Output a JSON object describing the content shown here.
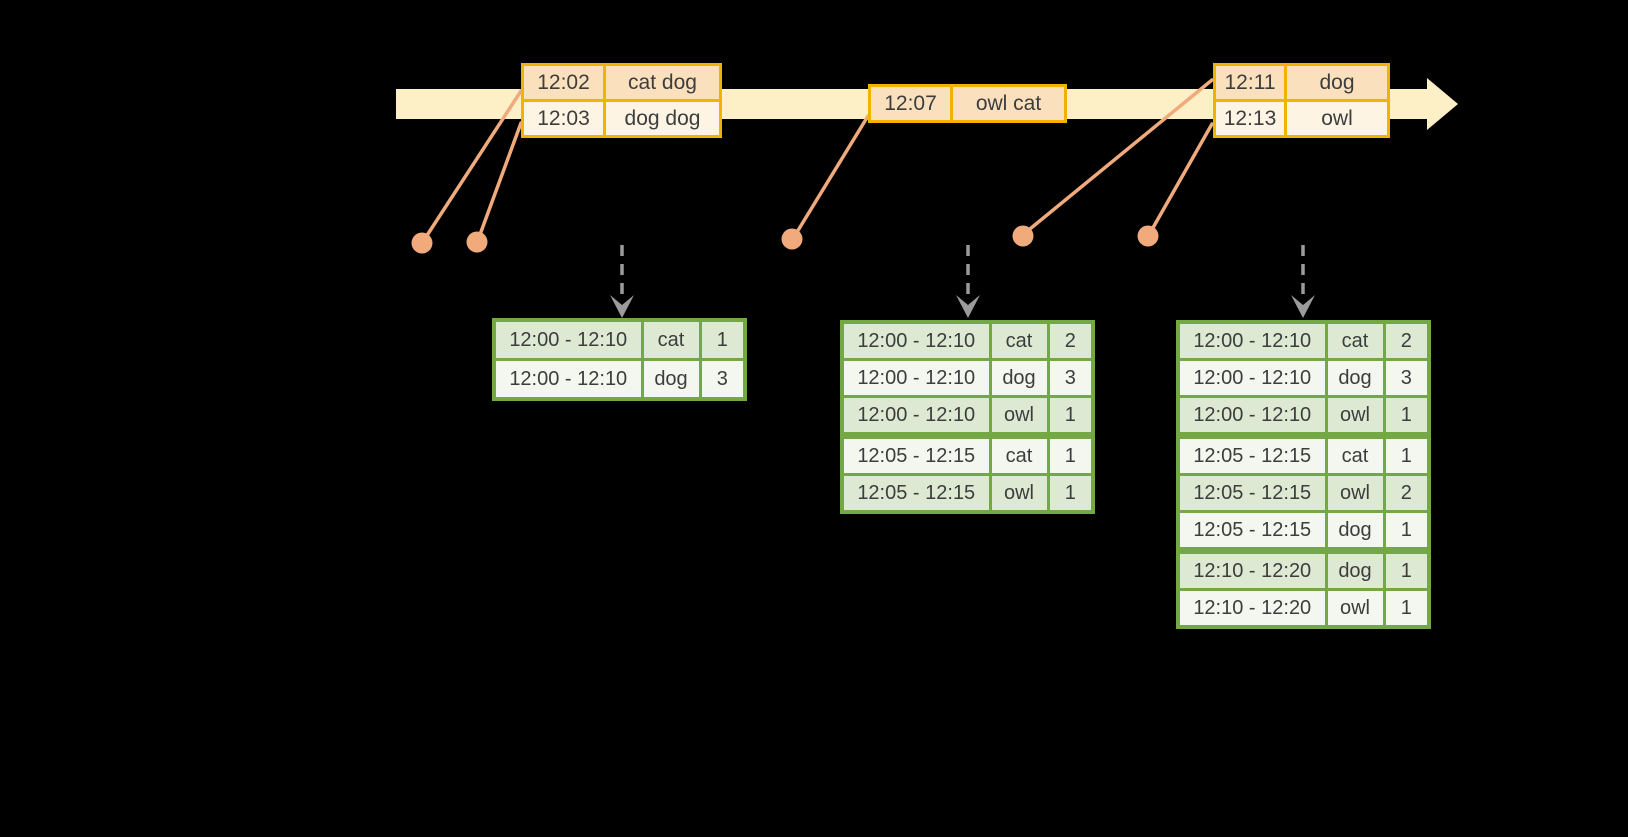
{
  "colors": {
    "background": "#000000",
    "band": "#fdf0c6",
    "gold": "#f2b201",
    "peach": "#fae0bd",
    "cream": "#fdf4e4",
    "salmon": "#f0aa7c",
    "arrow_gray": "#9b9b9b",
    "green": "#73a845",
    "row_green": "#dde9d2",
    "row_white": "#f3f7ef",
    "text": "#3d3d3d"
  },
  "timeline": {
    "event_tables": [
      {
        "rows": [
          {
            "time": "12:02",
            "words": "cat dog",
            "tint": "peach"
          },
          {
            "time": "12:03",
            "words": "dog dog",
            "tint": "cream"
          }
        ]
      },
      {
        "rows": [
          {
            "time": "12:07",
            "words": "owl cat",
            "tint": "peach"
          }
        ]
      },
      {
        "rows": [
          {
            "time": "12:11",
            "words": "dog",
            "tint": "peach"
          },
          {
            "time": "12:13",
            "words": "owl",
            "tint": "cream"
          }
        ]
      }
    ]
  },
  "result_tables": [
    {
      "rows": [
        {
          "window": "12:00 - 12:10",
          "word": "cat",
          "count": "1",
          "tint": "green"
        },
        {
          "window": "12:00 - 12:10",
          "word": "dog",
          "count": "3",
          "tint": "white"
        }
      ]
    },
    {
      "rows": [
        {
          "window": "12:00 - 12:10",
          "word": "cat",
          "count": "2",
          "tint": "green"
        },
        {
          "window": "12:00 - 12:10",
          "word": "dog",
          "count": "3",
          "tint": "white"
        },
        {
          "window": "12:00 - 12:10",
          "word": "owl",
          "count": "1",
          "tint": "green"
        },
        {
          "window": "12:05 - 12:15",
          "word": "cat",
          "count": "1",
          "tint": "white",
          "group_start": true
        },
        {
          "window": "12:05 - 12:15",
          "word": "owl",
          "count": "1",
          "tint": "green"
        }
      ]
    },
    {
      "rows": [
        {
          "window": "12:00 - 12:10",
          "word": "cat",
          "count": "2",
          "tint": "green"
        },
        {
          "window": "12:00 - 12:10",
          "word": "dog",
          "count": "3",
          "tint": "white"
        },
        {
          "window": "12:00 - 12:10",
          "word": "owl",
          "count": "1",
          "tint": "green"
        },
        {
          "window": "12:05 - 12:15",
          "word": "cat",
          "count": "1",
          "tint": "white",
          "group_start": true
        },
        {
          "window": "12:05 - 12:15",
          "word": "owl",
          "count": "2",
          "tint": "green"
        },
        {
          "window": "12:05 - 12:15",
          "word": "dog",
          "count": "1",
          "tint": "white"
        },
        {
          "window": "12:10 - 12:20",
          "word": "dog",
          "count": "1",
          "tint": "green",
          "group_start": true
        },
        {
          "window": "12:10 - 12:20",
          "word": "owl",
          "count": "1",
          "tint": "white"
        }
      ]
    }
  ]
}
